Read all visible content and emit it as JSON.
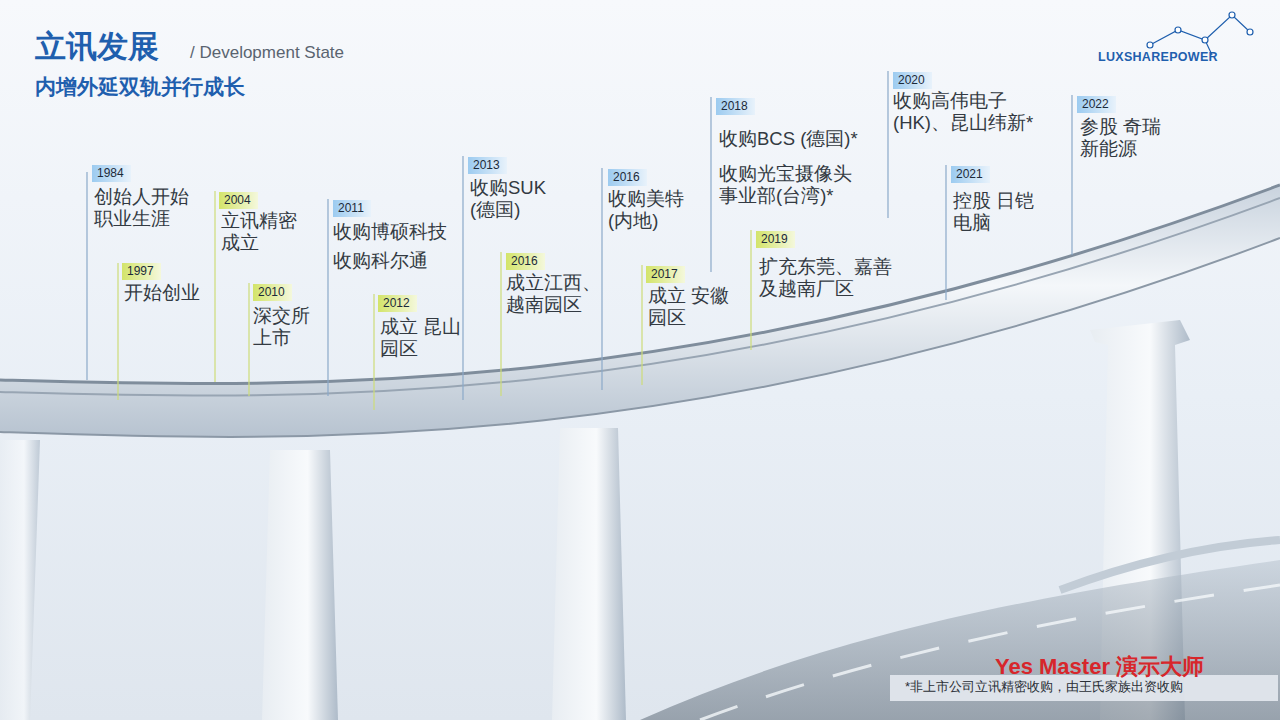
{
  "diagram": {
    "title": "立讯发展",
    "nodes": [
      {
        "text": [
          "1984",
          "创始人开始 职业生涯"
        ]
      },
      {
        "text": [
          "1997",
          "开始创业"
        ]
      },
      {
        "text": [
          "2004",
          "立讯精密 成立"
        ]
      },
      {
        "text": [
          "2010",
          "深交所 上市"
        ]
      },
      {
        "text": [
          "2011",
          "收购博硕科技",
          "收购科尔通"
        ]
      },
      {
        "text": [
          "2012",
          "成立 昆山园区"
        ]
      },
      {
        "text": [
          "2013",
          "收购SUK (德国)"
        ]
      },
      {
        "text": [
          "2016",
          "成立江西、 越南园区"
        ]
      },
      {
        "text": [
          "2016",
          "收购美特 (内地)"
        ]
      },
      {
        "text": [
          "2017",
          "成立 安徽园区"
        ]
      },
      {
        "text": [
          "2018",
          "收购BCS (德国)*",
          "收购光宝摄像头 事业部(台湾)*"
        ]
      },
      {
        "text": [
          "2019",
          "扩充东莞、嘉善 及越南厂区"
        ]
      },
      {
        "text": [
          "2020",
          "收购高伟电子 (HK)、昆山纬新*"
        ]
      },
      {
        "text": [
          "2021",
          "控股 日铠电脑"
        ]
      },
      {
        "text": [
          "2022",
          "参股 奇瑞新能源"
        ]
      }
    ],
    "labels": [
      "/ Development State",
      "内增外延双轨并行成长",
      "LUXSHAREPOWER",
      "Yes Master 演示大师",
      "*非上市公司立讯精密收购，由王氏家族出资收购"
    ]
  }
}
